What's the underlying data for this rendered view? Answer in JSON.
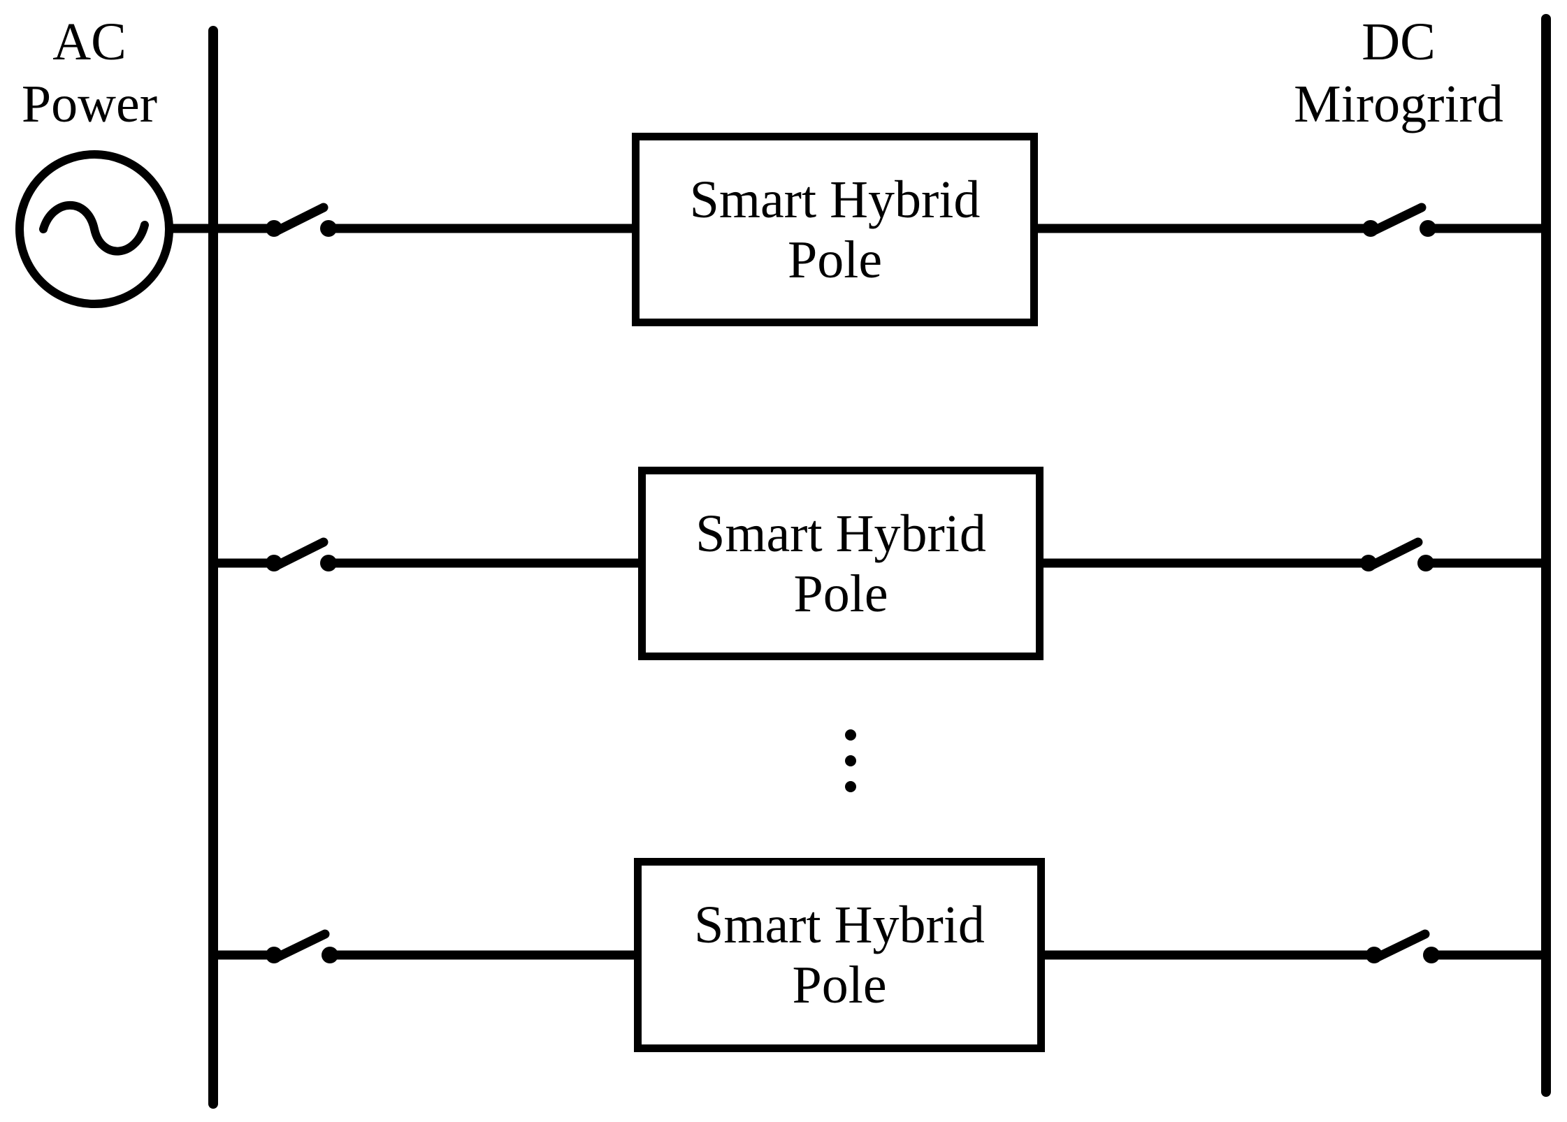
{
  "figure": {
    "background_color": "#ffffff",
    "line_color": "#000000",
    "text_color": "#000000"
  },
  "labels": {
    "ac_power": {
      "line1": "AC",
      "line2": "Power"
    },
    "dc_microgrid": {
      "line1": "DC",
      "line2": "Mirogrird"
    }
  },
  "poles": [
    {
      "label_line1": "Smart Hybrid",
      "label_line2": "Pole"
    },
    {
      "label_line1": "Smart Hybrid",
      "label_line2": "Pole"
    },
    {
      "label_line1": "Smart Hybrid",
      "label_line2": "Pole"
    }
  ]
}
